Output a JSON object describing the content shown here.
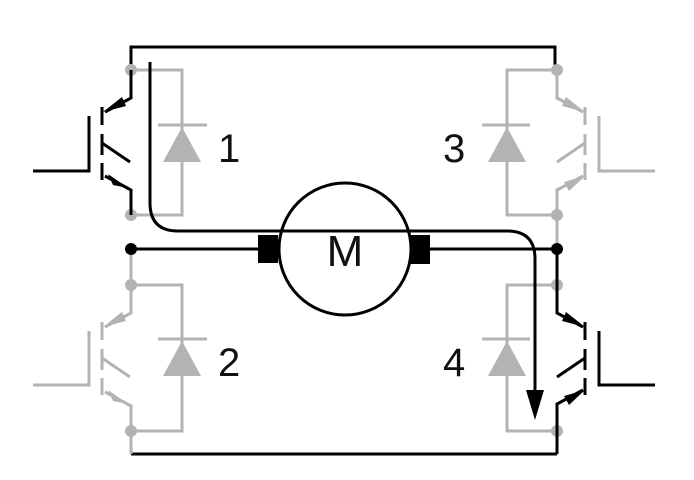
{
  "diagram": {
    "type": "H-bridge motor driver",
    "motor": {
      "label": "M"
    },
    "switches": [
      {
        "id": "1",
        "label": "1",
        "position": "top-left",
        "state": "on"
      },
      {
        "id": "2",
        "label": "2",
        "position": "bottom-left",
        "state": "off"
      },
      {
        "id": "3",
        "label": "3",
        "position": "top-right",
        "state": "off"
      },
      {
        "id": "4",
        "label": "4",
        "position": "bottom-right",
        "state": "on"
      }
    ],
    "current_path": "through switch 1, motor left to right, through switch 4",
    "colors": {
      "active": "#000000",
      "inactive": "#b3b3b3",
      "background": "#ffffff"
    }
  }
}
